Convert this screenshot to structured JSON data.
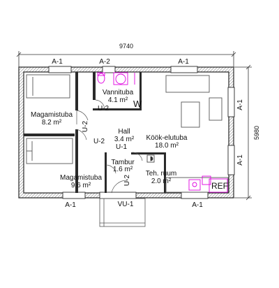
{
  "dimensions": {
    "width": "9740",
    "depth": "5980"
  },
  "rooms": [
    {
      "name": "Magamistuba",
      "area": "8.2 m²"
    },
    {
      "name": "Vannituba",
      "area": "4.1 m²"
    },
    {
      "name": "Köök-elutuba",
      "area": "18.0 m²"
    },
    {
      "name": "Hall",
      "area": "3.4 m²"
    },
    {
      "name": "Magamistuba",
      "area": "9.6 m²"
    },
    {
      "name": "Tambur",
      "area": "1.6 m²"
    },
    {
      "name": "Teh. ruum",
      "area": "2.0 m²"
    }
  ],
  "windows": {
    "a1": "A-1",
    "a2": "A-2"
  },
  "doors": {
    "u1": "U-1",
    "u2": "U-2",
    "vu1": "VU-1"
  },
  "fixtures": {
    "washer": "W",
    "fridge": "REF"
  },
  "colors": {
    "wall": "#2a2a2a",
    "fixture": "#e000e0",
    "hatch": "#8a8a8a"
  }
}
